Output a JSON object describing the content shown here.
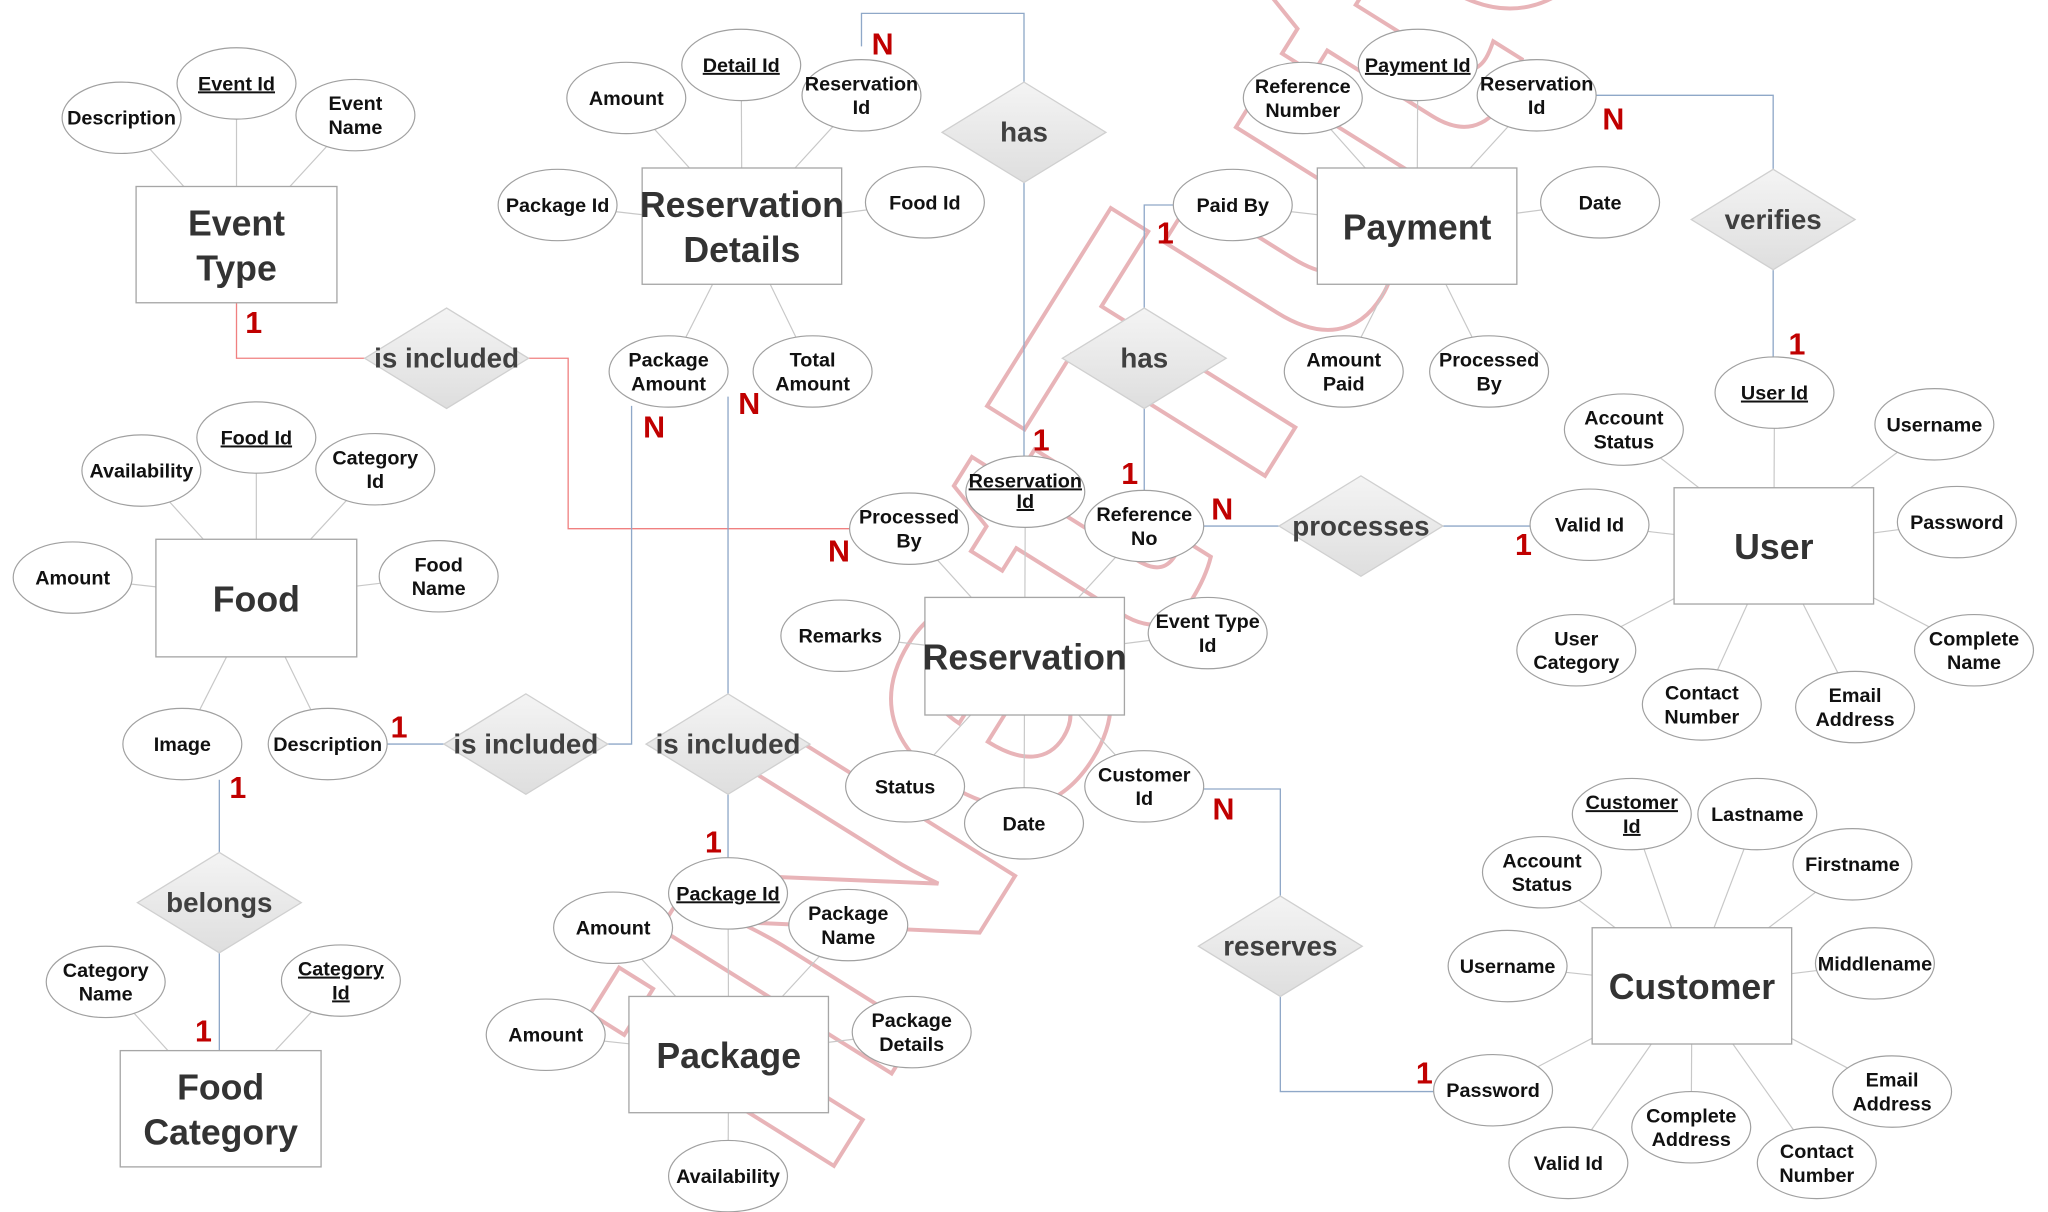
{
  "watermark": {
    "text": "iNetTutor.com",
    "color": "#e8b4b8"
  },
  "colors": {
    "red_line": "#f08080",
    "blue_line": "#8fa8c8",
    "cardinality": "#c00000"
  },
  "entities": [
    {
      "name": "Event Type",
      "attributes": [
        {
          "label": "Description",
          "key": false
        },
        {
          "label": "Event Id",
          "key": true
        },
        {
          "label": "Event Name",
          "key": false
        }
      ]
    },
    {
      "name": "Reservation Details",
      "attributes": [
        {
          "label": "Amount",
          "key": false
        },
        {
          "label": "Detail Id",
          "key": true
        },
        {
          "label": "Reservation Id",
          "key": false
        },
        {
          "label": "Package Id",
          "key": false
        },
        {
          "label": "Food Id",
          "key": false
        },
        {
          "label": "Package Amount",
          "key": false
        },
        {
          "label": "Total Amount",
          "key": false
        }
      ]
    },
    {
      "name": "Payment",
      "attributes": [
        {
          "label": "Reference Number",
          "key": false
        },
        {
          "label": "Payment Id",
          "key": true
        },
        {
          "label": "Reservation Id",
          "key": false
        },
        {
          "label": "Paid By",
          "key": false
        },
        {
          "label": "Date",
          "key": false
        },
        {
          "label": "Amount Paid",
          "key": false
        },
        {
          "label": "Processed By",
          "key": false
        }
      ]
    },
    {
      "name": "User",
      "attributes": [
        {
          "label": "User Id",
          "key": true
        },
        {
          "label": "Account Status",
          "key": false
        },
        {
          "label": "Username",
          "key": false
        },
        {
          "label": "Valid Id",
          "key": false
        },
        {
          "label": "Password",
          "key": false
        },
        {
          "label": "User Category",
          "key": false
        },
        {
          "label": "Contact Number",
          "key": false
        },
        {
          "label": "Email Address",
          "key": false
        },
        {
          "label": "Complete Name",
          "key": false
        }
      ]
    },
    {
      "name": "Reservation",
      "attributes": [
        {
          "label": "Reservation Id",
          "key": true
        },
        {
          "label": "Processed By",
          "key": false
        },
        {
          "label": "Reference No",
          "key": false
        },
        {
          "label": "Remarks",
          "key": false
        },
        {
          "label": "Event Type Id",
          "key": false
        },
        {
          "label": "Status",
          "key": false
        },
        {
          "label": "Date",
          "key": false
        },
        {
          "label": "Customer Id",
          "key": false
        }
      ]
    },
    {
      "name": "Food",
      "attributes": [
        {
          "label": "Food Id",
          "key": true
        },
        {
          "label": "Availability",
          "key": false
        },
        {
          "label": "Category Id",
          "key": false
        },
        {
          "label": "Amount",
          "key": false
        },
        {
          "label": "Food Name",
          "key": false
        },
        {
          "label": "Image",
          "key": false
        },
        {
          "label": "Description",
          "key": false
        }
      ]
    },
    {
      "name": "Food Category",
      "attributes": [
        {
          "label": "Category Name",
          "key": false
        },
        {
          "label": "Category Id",
          "key": true
        }
      ]
    },
    {
      "name": "Package",
      "attributes": [
        {
          "label": "Package Id",
          "key": true
        },
        {
          "label": "Amount",
          "key": false
        },
        {
          "label": "Package Name",
          "key": false
        },
        {
          "label": "Amount",
          "key": false
        },
        {
          "label": "Package Details",
          "key": false
        },
        {
          "label": "Availability",
          "key": false
        }
      ]
    },
    {
      "name": "Customer",
      "attributes": [
        {
          "label": "Customer Id",
          "key": true
        },
        {
          "label": "Lastname",
          "key": false
        },
        {
          "label": "Account Status",
          "key": false
        },
        {
          "label": "Firstname",
          "key": false
        },
        {
          "label": "Username",
          "key": false
        },
        {
          "label": "Middlename",
          "key": false
        },
        {
          "label": "Password",
          "key": false
        },
        {
          "label": "Email Address",
          "key": false
        },
        {
          "label": "Complete Address",
          "key": false
        },
        {
          "label": "Valid Id",
          "key": false
        },
        {
          "label": "Contact Number",
          "key": false
        }
      ]
    }
  ],
  "relationships": [
    {
      "label": "is included",
      "cardinalities": [
        "1",
        "N"
      ]
    },
    {
      "label": "has",
      "cardinalities": [
        "N",
        "1"
      ]
    },
    {
      "label": "has",
      "cardinalities": [
        "1",
        "1"
      ]
    },
    {
      "label": "verifies",
      "cardinalities": [
        "N",
        "1"
      ]
    },
    {
      "label": "processes",
      "cardinalities": [
        "N",
        "1"
      ]
    },
    {
      "label": "is included",
      "cardinalities": [
        "1",
        "N"
      ]
    },
    {
      "label": "is included",
      "cardinalities": [
        "N",
        "1"
      ]
    },
    {
      "label": "belongs",
      "cardinalities": [
        "1",
        "1"
      ]
    },
    {
      "label": "reserves",
      "cardinalities": [
        "N",
        "1"
      ]
    }
  ]
}
